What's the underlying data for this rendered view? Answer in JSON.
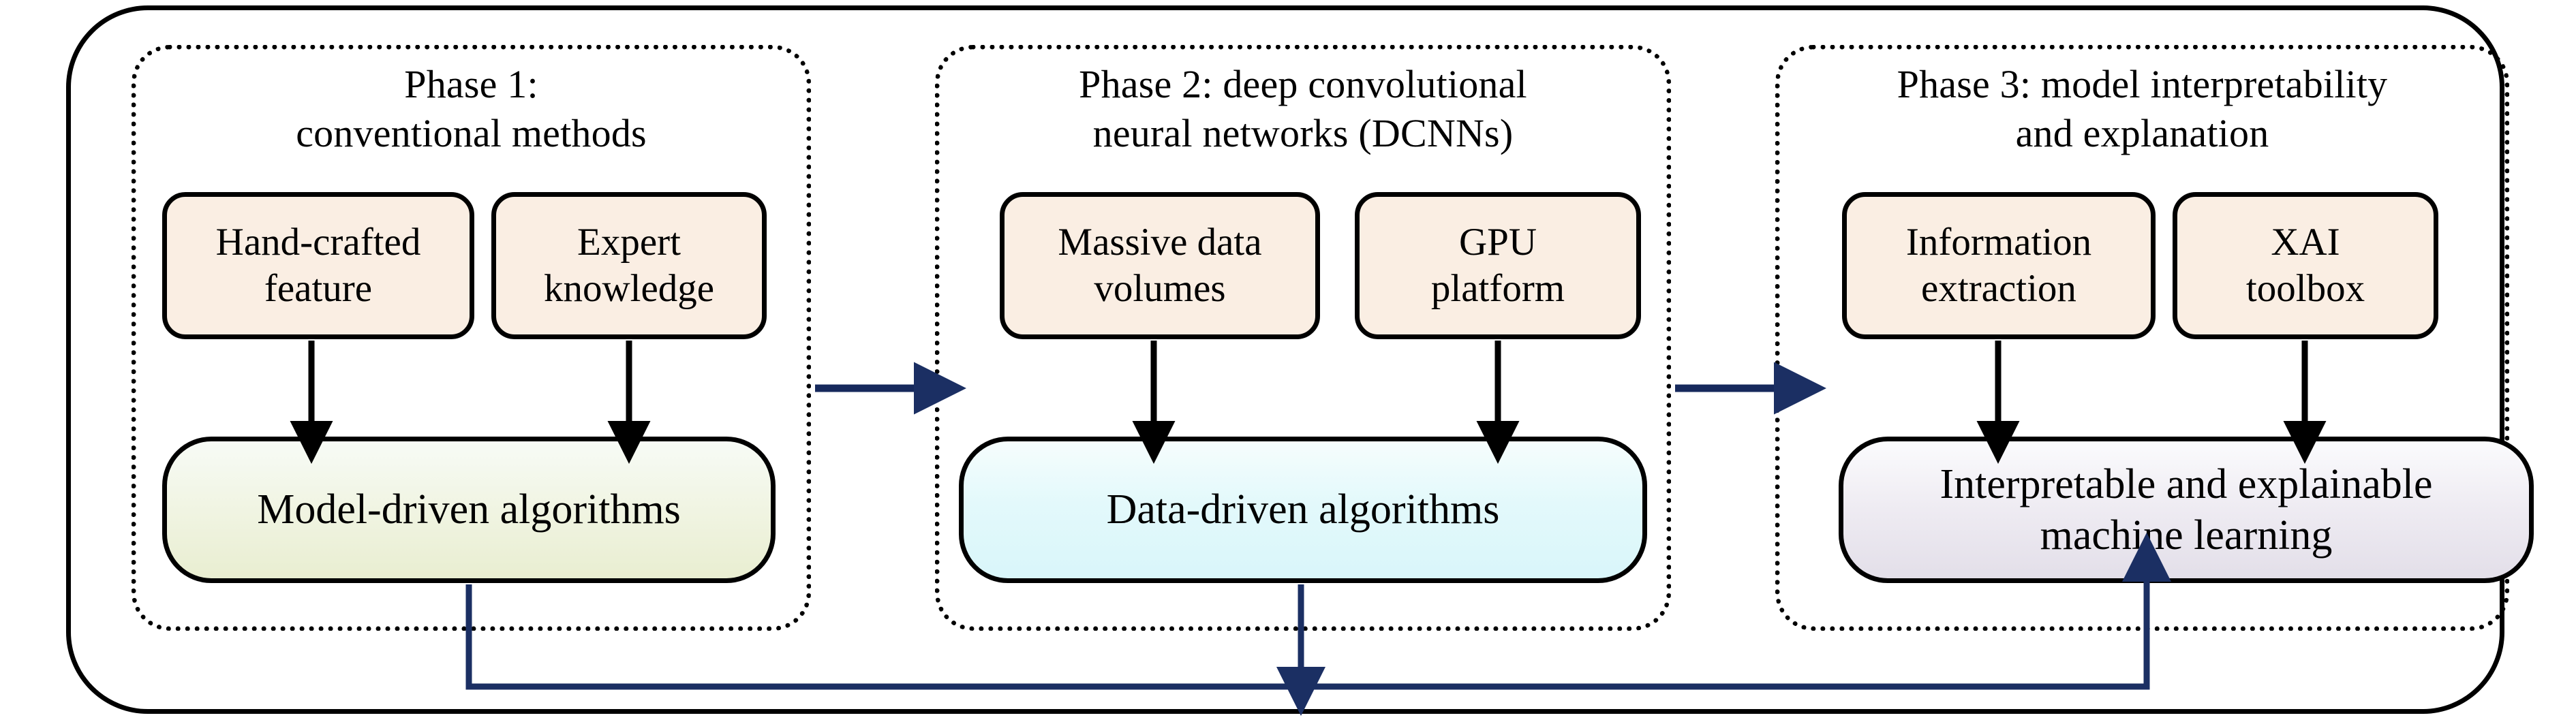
{
  "diagram": {
    "title_visible": false,
    "colors": {
      "frame_stroke": "#000000",
      "source_box_fill": "#FAEEE3",
      "model_driven_gradient_end": "#E9EED1",
      "data_driven_gradient_end": "#D9F6FA",
      "interpretable_gradient_end": "#E3DFE9",
      "feedback_arrow": "#1B2F63",
      "phase_arrow": "#16295C",
      "internal_arrow": "#000000"
    },
    "phases": [
      {
        "id": "phase-1",
        "title": "Phase 1:\nconventional methods",
        "sources": [
          {
            "id": "hand-crafted-feature",
            "label": "Hand-crafted\nfeature"
          },
          {
            "id": "expert-knowledge",
            "label": "Expert\nknowledge"
          }
        ],
        "result": {
          "id": "model-driven-algorithms",
          "label": "Model-driven algorithms"
        }
      },
      {
        "id": "phase-2",
        "title": "Phase 2: deep convolutional\nneural networks (DCNNs)",
        "sources": [
          {
            "id": "massive-data-volumes",
            "label": "Massive data\nvolumes"
          },
          {
            "id": "gpu-platform",
            "label": "GPU\nplatform"
          }
        ],
        "result": {
          "id": "data-driven-algorithms",
          "label": "Data-driven algorithms"
        }
      },
      {
        "id": "phase-3",
        "title": "Phase 3: model interpretability\nand explanation",
        "sources": [
          {
            "id": "information-extraction",
            "label": "Information\nextraction"
          },
          {
            "id": "xai-toolbox",
            "label": "XAI\ntoolbox"
          }
        ],
        "result": {
          "id": "interpretable-explainable-ml",
          "label": "Interpretable and explainable\nmachine learning"
        }
      }
    ],
    "connectors": [
      {
        "id": "phase1-to-phase2",
        "kind": "arrow-right",
        "color": "#16295C"
      },
      {
        "id": "phase2-to-phase3",
        "kind": "arrow-right",
        "color": "#16295C"
      },
      {
        "id": "hand-crafted-to-model-driven",
        "kind": "arrow-down",
        "color": "#000000"
      },
      {
        "id": "expert-to-model-driven",
        "kind": "arrow-down",
        "color": "#000000"
      },
      {
        "id": "massive-data-to-data-driven",
        "kind": "arrow-down",
        "color": "#000000"
      },
      {
        "id": "gpu-to-data-driven",
        "kind": "arrow-down",
        "color": "#000000"
      },
      {
        "id": "information-extraction-to-interpretable",
        "kind": "arrow-down",
        "color": "#000000"
      },
      {
        "id": "xai-toolbox-to-interpretable",
        "kind": "arrow-down",
        "color": "#000000"
      },
      {
        "id": "data-driven-down-stub",
        "kind": "arrow-down",
        "color": "#1B2F63"
      },
      {
        "id": "model-driven-feedback-to-interpretable",
        "kind": "elbow-arrow-up",
        "color": "#1B2F63"
      }
    ]
  }
}
